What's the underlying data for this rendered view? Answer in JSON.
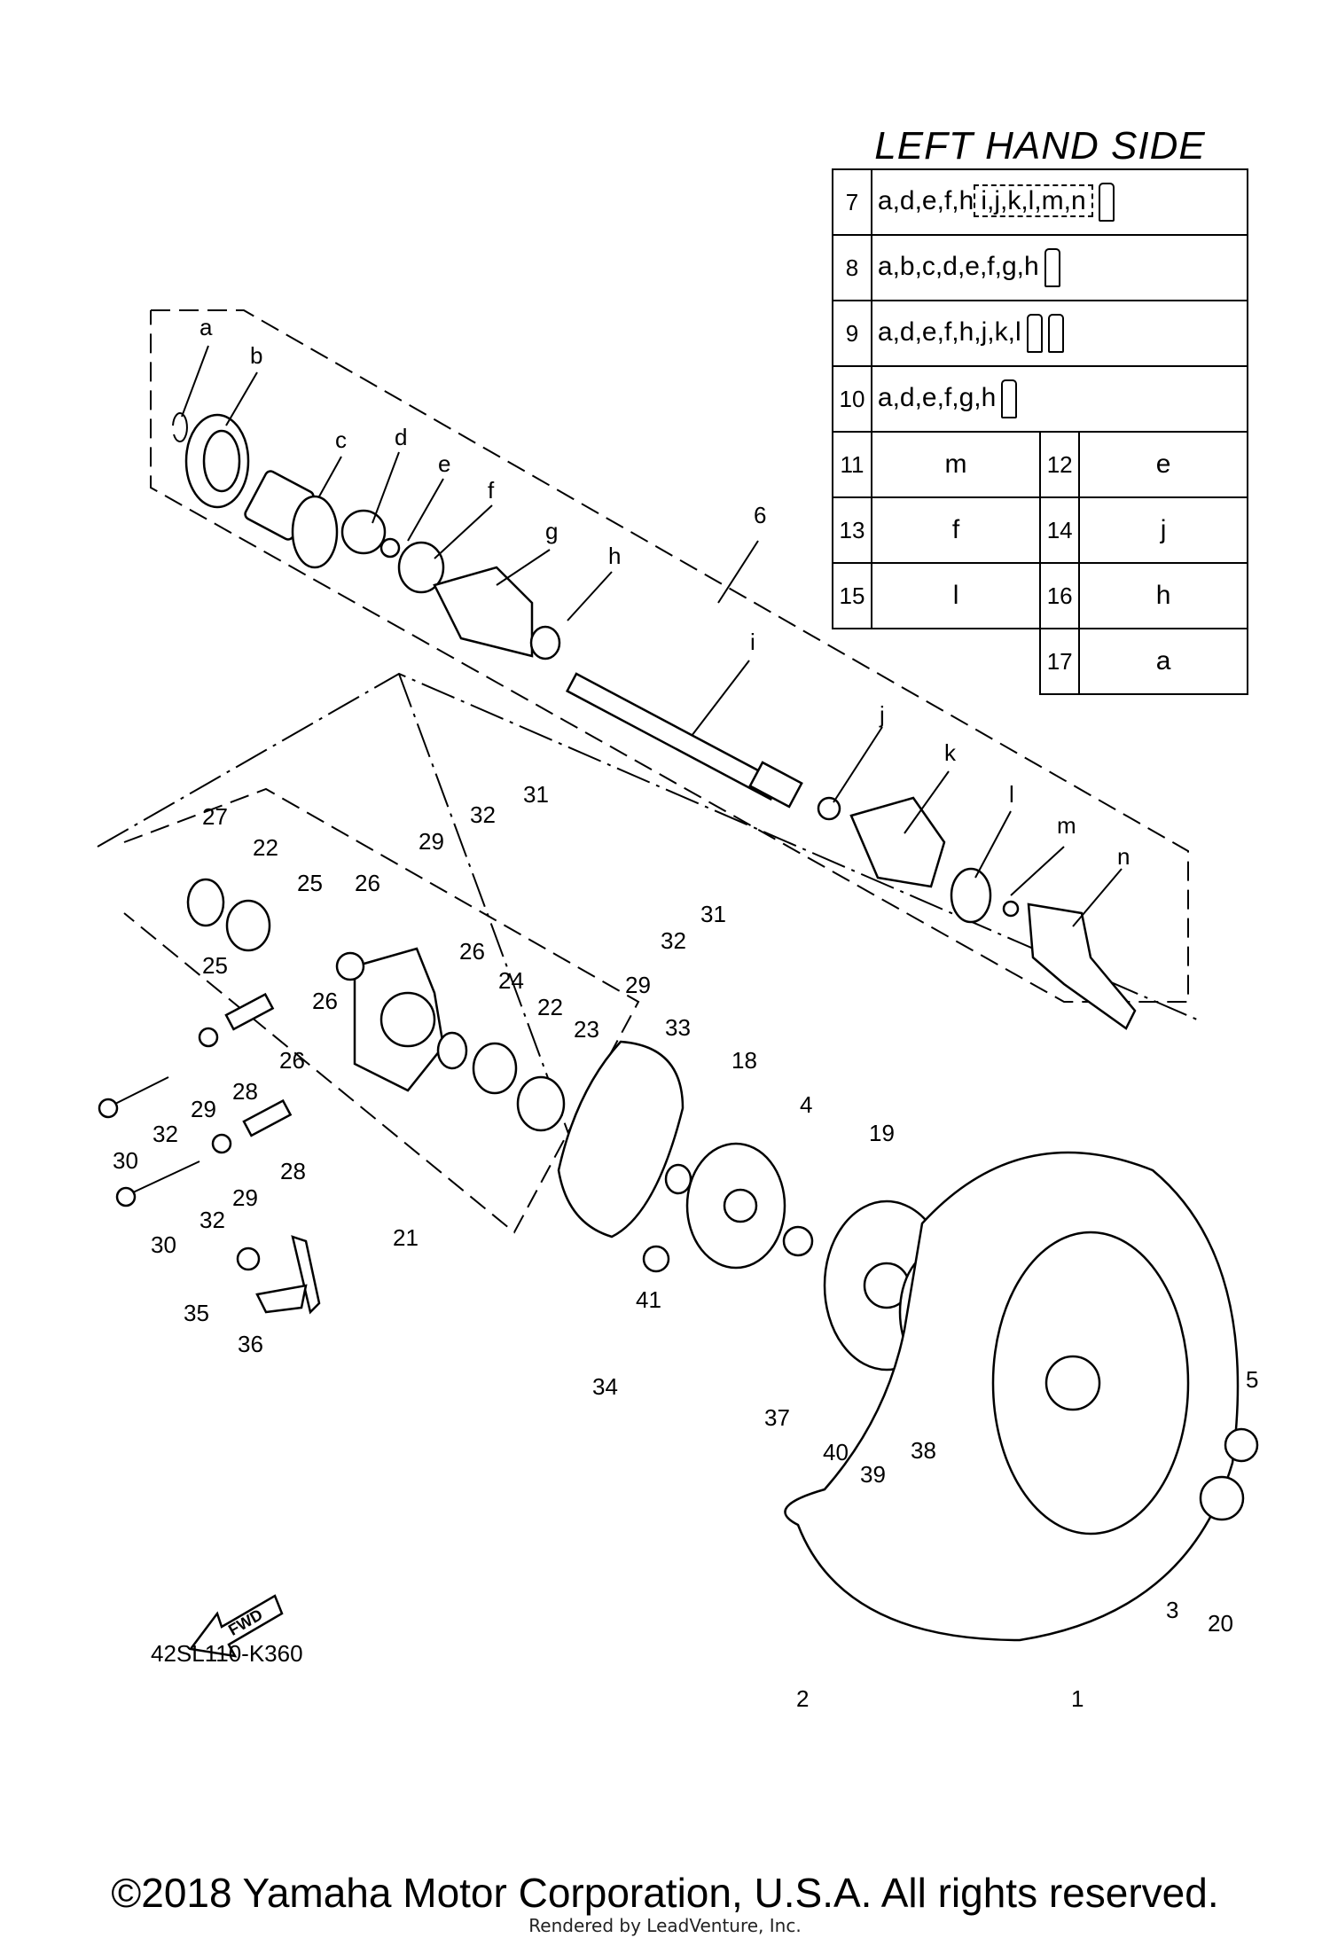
{
  "legend": {
    "title": "LEFT HAND SIDE",
    "rows": [
      {
        "num": "7",
        "text": "a,d,e,f,h",
        "dashed": "i,j,k,l,m,n",
        "tubes": 1
      },
      {
        "num": "8",
        "text": "a,b,c,d,e,f,g,h",
        "tubes": 1
      },
      {
        "num": "9",
        "text": "a,d,e,f,h,j,k,l",
        "tubes": 2
      },
      {
        "num": "10",
        "text": "a,d,e,f,g,h",
        "tubes": 1
      }
    ],
    "pairs": [
      {
        "n1": "11",
        "v1": "m",
        "n2": "12",
        "v2": "e"
      },
      {
        "n1": "13",
        "v1": "f",
        "n2": "14",
        "v2": "j"
      },
      {
        "n1": "15",
        "v1": "l",
        "n2": "16",
        "v2": "h"
      },
      {
        "n2": "17",
        "v2": "a"
      }
    ]
  },
  "callouts": {
    "a": "a",
    "b": "b",
    "c": "c",
    "d": "d",
    "e": "e",
    "f": "f",
    "g": "g",
    "h": "h",
    "i": "i",
    "j": "j",
    "k": "k",
    "l": "l",
    "m": "m",
    "n": "n",
    "p1": "1",
    "p2": "2",
    "p3": "3",
    "p4": "4",
    "p5": "5",
    "p6": "6",
    "p18": "18",
    "p19": "19",
    "p20": "20",
    "p21": "21",
    "p22a": "22",
    "p22b": "22",
    "p23": "23",
    "p24": "24",
    "p25a": "25",
    "p25b": "25",
    "p26a": "26",
    "p26b": "26",
    "p26c": "26",
    "p26d": "26",
    "p27": "27",
    "p28a": "28",
    "p28b": "28",
    "p29a": "29",
    "p29b": "29",
    "p29c": "29",
    "p29d": "29",
    "p30a": "30",
    "p30b": "30",
    "p31a": "31",
    "p31b": "31",
    "p32a": "32",
    "p32b": "32",
    "p32c": "32",
    "p32d": "32",
    "p33": "33",
    "p34": "34",
    "p35": "35",
    "p36": "36",
    "p37": "37",
    "p38": "38",
    "p39": "39",
    "p40": "40",
    "p41": "41"
  },
  "diagram_code": "42SL110-K360",
  "fwd_label": "FWD",
  "footer": "©2018 Yamaha Motor Corporation, U.S.A. All rights reserved.",
  "rendered_by": "Rendered by LeadVenture, Inc."
}
